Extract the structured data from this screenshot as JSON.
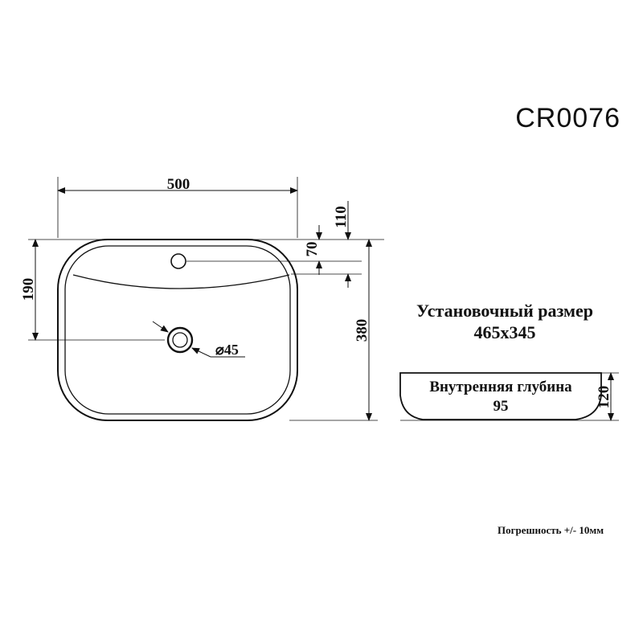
{
  "model_code": "CR0076",
  "dimensions": {
    "width": "500",
    "depth": "380",
    "depth_to_drain": "190",
    "tap_offset_70": "70",
    "tap_offset_110": "110",
    "drain_diameter": "⌀45",
    "height": "120"
  },
  "install": {
    "label": "Установочный размер",
    "value": "465х345"
  },
  "inner_depth": {
    "label": "Внутренняя глубина",
    "value": "95"
  },
  "tolerance_note": "Погрешность +/- 10мм",
  "colors": {
    "line": "#111111",
    "background": "#ffffff"
  }
}
